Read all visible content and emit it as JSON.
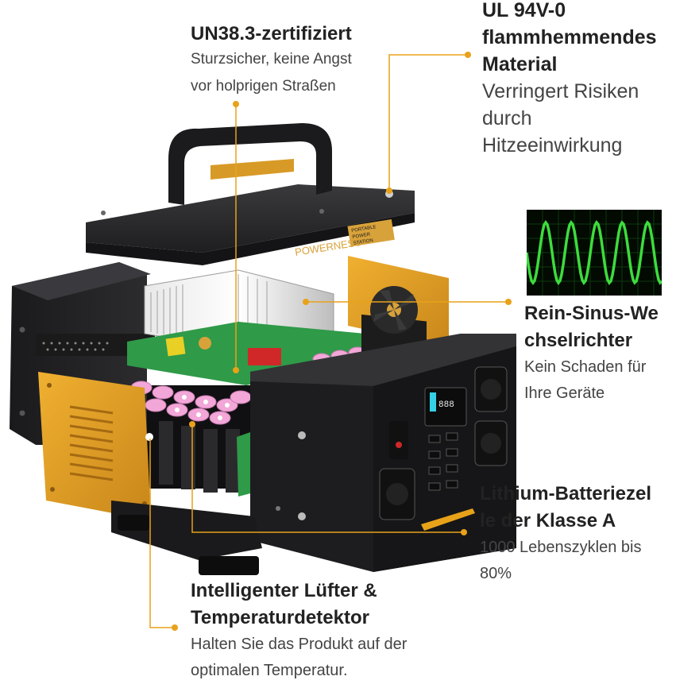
{
  "labels": {
    "un": {
      "title": "UN38.3-zertifiziert",
      "desc_lines": [
        "Sturzsicher, keine Angst",
        "vor holprigen Straßen"
      ]
    },
    "ul": {
      "title_lines": [
        "UL 94V-0",
        "flammhemmendes",
        "Material"
      ],
      "desc_lines": [
        "Verringert Risiken",
        "durch",
        "Hitzeeinwirkung"
      ]
    },
    "sinus": {
      "title_lines": [
        "Rein-Sinus-We",
        "chselrichter"
      ],
      "desc_lines": [
        "Kein Schaden für",
        "Ihre Geräte"
      ]
    },
    "lithium": {
      "title_lines": [
        "Lithium-Batteriezel",
        "le der Klasse A"
      ],
      "desc_lines": [
        "1000 Lebenszyklen bis",
        "80%"
      ]
    },
    "fan": {
      "title_lines": [
        "Intelligenter Lüfter &",
        "Temperaturdetektor"
      ],
      "desc_lines": [
        "Halten Sie das Produkt auf der",
        "optimalen Temperatur."
      ]
    }
  },
  "product": {
    "brand": "POWERNESS",
    "badge_lines": [
      "PORTABLE",
      "POWER",
      "STATION"
    ],
    "display_readout": "888"
  },
  "colors": {
    "accent_orange": "#e8a21a",
    "panel_orange": "#e0a21e",
    "body_black": "#1c1c1e",
    "wave_green": "#3ddc3d",
    "cell_pink": "#f2a7d8",
    "pcb_green": "#2f9a48",
    "display_cyan": "#35d0e8"
  },
  "icons": [
    "sine-wave-icon",
    "fan-icon",
    "ac-socket-icon",
    "usb-port-icon",
    "power-button-icon",
    "screw-icon"
  ]
}
